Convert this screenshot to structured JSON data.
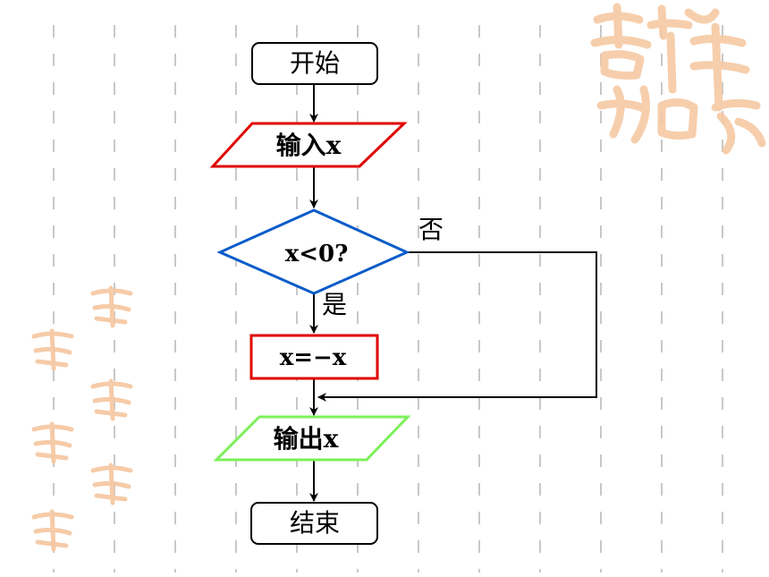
{
  "nodes": {
    "start": "开始",
    "input": "输入x",
    "decision": "x<0?",
    "process": "x=−x",
    "output": "输出x",
    "end": "结束"
  },
  "edges": {
    "yes_label": "是",
    "no_label": "否"
  },
  "colors": {
    "terminal_stroke": "#000000",
    "input_stroke": "#e00000",
    "decision_stroke": "#0a5cc8",
    "process_stroke": "#e00000",
    "output_stroke": "#7cf05a",
    "connector": "#000000",
    "background_dash": "#bfbfbf",
    "seal_orange": "#f6c9a4"
  },
  "watermarks": {
    "seal_text": "吉祥如意"
  }
}
